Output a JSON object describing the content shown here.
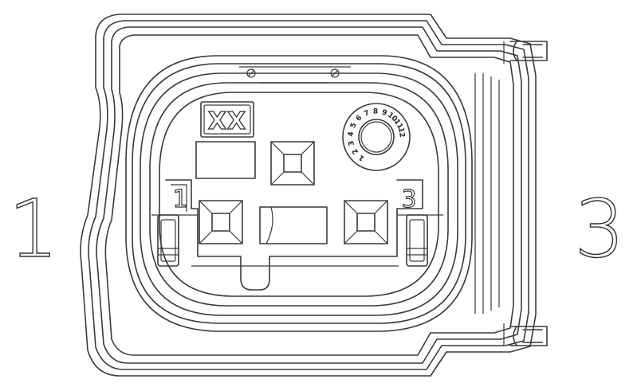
{
  "labels": {
    "left_pin": "1",
    "right_pin": "3",
    "pin_marker_1": "1",
    "pin_marker_3": "3",
    "code": "XX"
  },
  "date_dial": {
    "numbers": [
      "1",
      "2",
      "3",
      "4",
      "5",
      "6",
      "7",
      "8",
      "9",
      "10",
      "11",
      "12"
    ]
  },
  "colors": {
    "line": "#3a3a3a",
    "background": "#ffffff"
  }
}
